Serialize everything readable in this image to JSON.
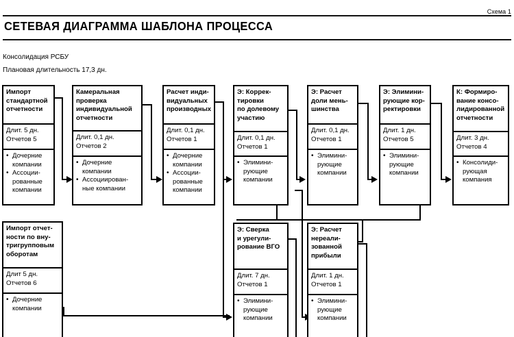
{
  "header": {
    "sheet_label": "Схема 1",
    "title": "СЕТЕВАЯ ДИАГРАММА ШАБЛОНА ПРОЦЕССА",
    "subtitle_1": "Консолидация РСБУ",
    "subtitle_2": "Плановая длительность 17,3 дн."
  },
  "colors": {
    "ink": "#000000",
    "background": "#ffffff"
  },
  "diagram": {
    "type": "network-flow",
    "row1": [
      {
        "id": "import-standard",
        "title": [
          "Импорт",
          "стандартной",
          "отчетности"
        ],
        "duration": "Длит. 5 дн.",
        "reports": "Отчетов 5",
        "participants": [
          [
            "Дочерние",
            "компании"
          ],
          [
            "Ассоции-",
            "рованные",
            "компании"
          ]
        ]
      },
      {
        "id": "desk-check",
        "title": [
          "Камеральная",
          "проверка",
          "индивидуальной",
          "отчетности"
        ],
        "duration": "Длит. 0,1 дн.",
        "reports": "Отчетов 2",
        "participants": [
          [
            "Дочерние",
            "компании"
          ],
          [
            "Ассоциирован-",
            "ные компании"
          ]
        ]
      },
      {
        "id": "calc-individual-derivatives",
        "title": [
          "Расчет инди-",
          "видуальных",
          "производных"
        ],
        "duration": "Длит. 0,1 дн.",
        "reports": "Отчетов 1",
        "participants": [
          [
            "Дочерние",
            "компании"
          ],
          [
            "Ассоции-",
            "рованные",
            "компании"
          ]
        ]
      },
      {
        "id": "equity-adjustments",
        "title": [
          "Э: Коррек-",
          "тировки",
          "по долевому",
          "участию"
        ],
        "duration": "Длит. 0,1 дн.",
        "reports": "Отчетов 1",
        "participants": [
          [
            "Элимини-",
            "рующие",
            "компании"
          ]
        ]
      },
      {
        "id": "minority-share",
        "title": [
          "Э: Расчет",
          "доли мень-",
          "шинства"
        ],
        "duration": "Длит. 0,1 дн.",
        "reports": "Отчетов 1",
        "participants": [
          [
            "Элимини-",
            "рующие",
            "компании"
          ]
        ]
      },
      {
        "id": "eliminating-adjustments",
        "title": [
          "Э: Элимини-",
          "рующие кор-",
          "ректировки"
        ],
        "duration": "Длит. 1 дн.",
        "reports": "Отчетов 5",
        "participants": [
          [
            "Элимини-",
            "рующие",
            "компании"
          ]
        ]
      },
      {
        "id": "consolidated-reporting",
        "title": [
          "К: Формиро-",
          "вание консо-",
          "лидированной",
          "отчетности"
        ],
        "duration": "Длит. 3 дн.",
        "reports": "Отчетов 4",
        "participants": [
          [
            "Консолиди-",
            "рующая",
            "компания"
          ]
        ]
      }
    ],
    "row2": [
      {
        "id": "import-intragroup",
        "title": [
          "Импорт отчет-",
          "ности по вну-",
          "тригрупповым",
          "оборотам"
        ],
        "duration": "Длит 5 дн.",
        "reports": "Отчетов 6",
        "participants": [
          [
            "Дочерние",
            "компании"
          ]
        ]
      },
      {
        "id": "vgo-reconciliation",
        "title": [
          "Э: Сверка",
          "и урегули-",
          "рование ВГО"
        ],
        "duration": "Длит. 7 дн.",
        "reports": "Отчетов 1",
        "participants": [
          [
            "Элимини-",
            "рующие",
            "компании"
          ]
        ]
      },
      {
        "id": "unrealized-profit",
        "title": [
          "Э: Расчет",
          "нереали-",
          "зованной",
          "прибыли"
        ],
        "duration": "Длит. 1 дн.",
        "reports": "Отчетов 1",
        "participants": [
          [
            "Элимини-",
            "рующие",
            "компании"
          ]
        ]
      }
    ]
  }
}
